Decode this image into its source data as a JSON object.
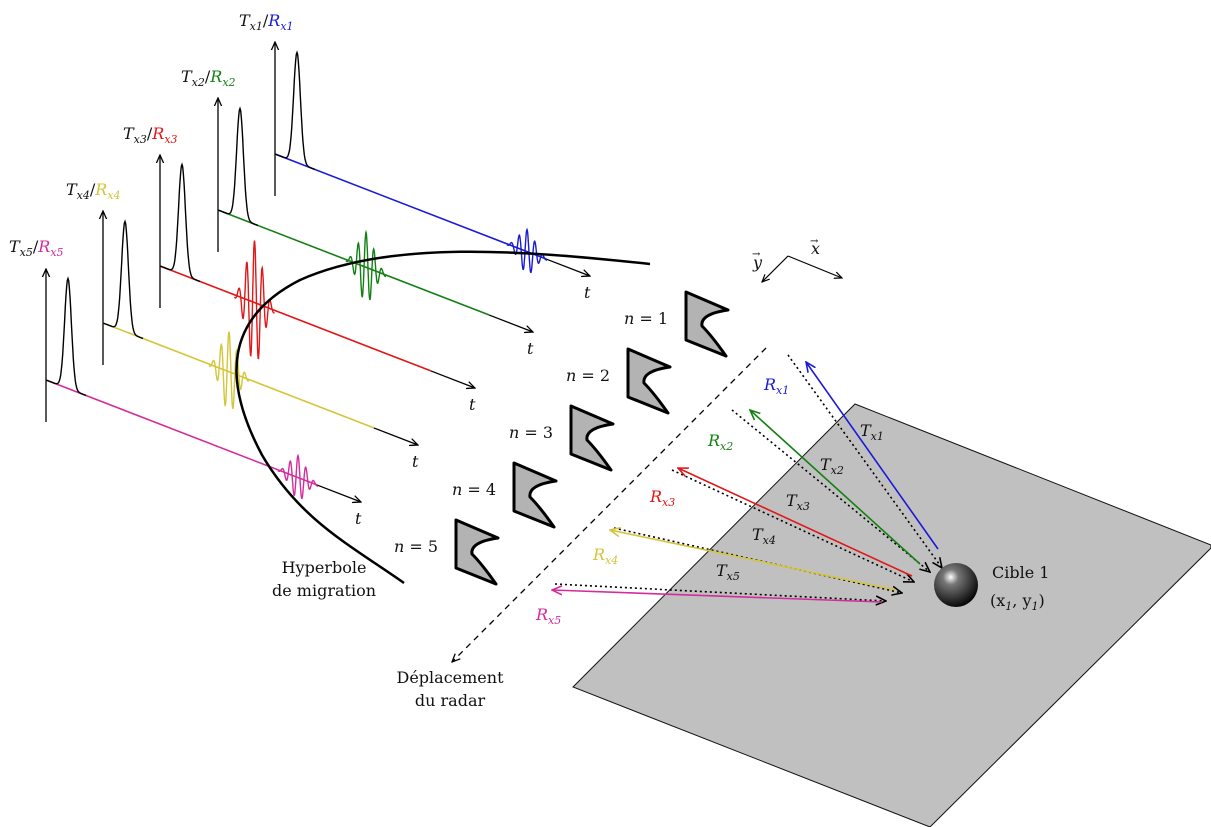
{
  "colors": {
    "ground": "#c0c0c0",
    "radar_fill": "#b3b3b3",
    "ch1": "#1a1ad6",
    "ch2": "#148014",
    "ch3": "#e01818",
    "ch4": "#d4c53a",
    "ch5": "#d42c9c"
  },
  "channels": [
    {
      "n": "n = 1",
      "tx": "T",
      "tx_sub": "x1",
      "rx": "R",
      "rx_sub": "x1",
      "t": "t",
      "sep": "/"
    },
    {
      "n": "n = 2",
      "tx": "T",
      "tx_sub": "x2",
      "rx": "R",
      "rx_sub": "x2",
      "t": "t",
      "sep": "/"
    },
    {
      "n": "n = 3",
      "tx": "T",
      "tx_sub": "x3",
      "rx": "R",
      "rx_sub": "x3",
      "t": "t",
      "sep": "/"
    },
    {
      "n": "n = 4",
      "tx": "T",
      "tx_sub": "x4",
      "rx": "R",
      "rx_sub": "x4",
      "t": "t",
      "sep": "/"
    },
    {
      "n": "n = 5",
      "tx": "T",
      "tx_sub": "x5",
      "rx": "R",
      "rx_sub": "x5",
      "t": "t",
      "sep": "/"
    }
  ],
  "hyperbola_label": [
    "Hyperbole",
    "de migration"
  ],
  "displacement_label": [
    "Déplacement",
    "du radar"
  ],
  "target_label": [
    "Cible 1",
    "(x",
    "1",
    ", y",
    "1",
    ")"
  ],
  "axes": {
    "x": "x",
    "y": "y",
    "arrow": "→"
  }
}
